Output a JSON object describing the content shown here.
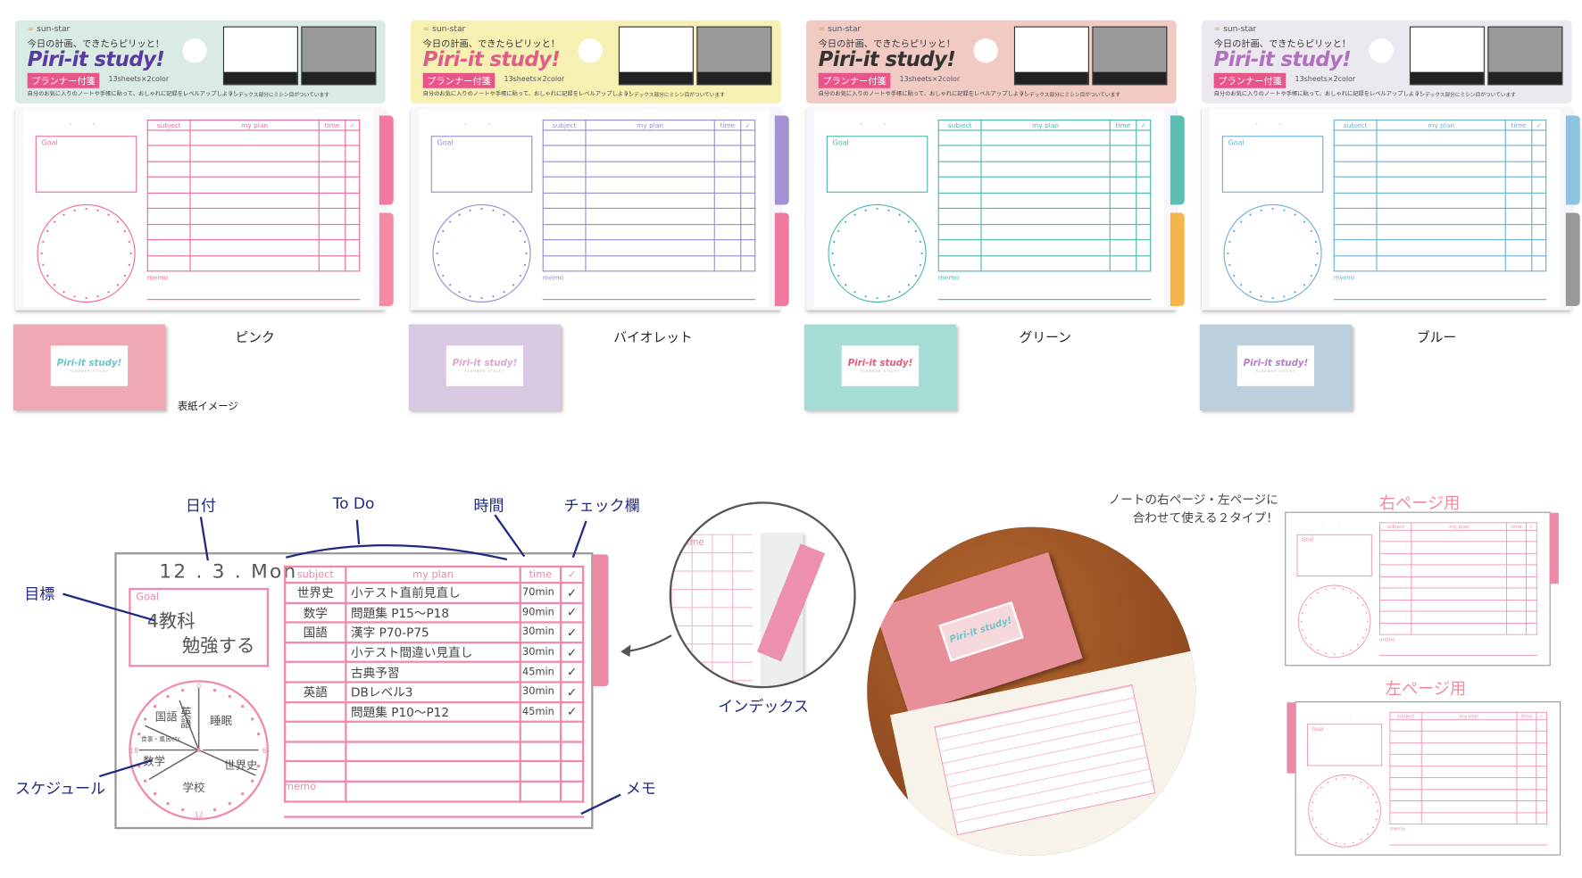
{
  "package": {
    "brand": "sun-star",
    "tagline": "今日の計画、できたらピリッと！",
    "title": "Piri-it study!",
    "badge": "プランナー付箋",
    "count": "13sheets×2color",
    "description": "自分のお気に入りのノートや手帳に貼って、おしゃれに記録をレベルアップしよう！",
    "index_note": "インデックス部分にミシン目がついています"
  },
  "variants": [
    {
      "name": "ピンク",
      "head": "#d9ebe3",
      "title_color": "#5a3aa0",
      "line": "#ef6a98",
      "tab1": "#f27aa0",
      "tab2": "#f58aa6",
      "cover": "#f0a8b4",
      "cover_text": "#6cc6c8"
    },
    {
      "name": "バイオレット",
      "head": "#f6f0b2",
      "title_color": "#e05c8a",
      "line": "#9b8ad0",
      "tab1": "#a493d4",
      "tab2": "#ef7aa0",
      "cover": "#d8c8e2",
      "cover_text": "#d8a8c8"
    },
    {
      "name": "グリーン",
      "head": "#f1cac4",
      "title_color": "#333333",
      "line": "#4bb7ae",
      "tab1": "#5cbdb2",
      "tab2": "#f6b54a",
      "cover": "#a6dcd6",
      "cover_text": "#e05c7a"
    },
    {
      "name": "ブルー",
      "head": "#ebe8ef",
      "title_color": "#b070c0",
      "line": "#6ab0d4",
      "tab1": "#8cc3e0",
      "tab2": "#999999",
      "cover": "#bccfdc",
      "cover_text": "#b080c0"
    }
  ],
  "cover_label": "表紙イメージ",
  "cover_logo": "Piri-it study!",
  "cover_sub": "PLANNER STICKY",
  "planner": {
    "goal": "Goal",
    "subject": "subject",
    "plan": "my plan",
    "time": "time",
    "check": "✓",
    "memo": "memo",
    "clock": [
      "0",
      "6",
      "12",
      "18"
    ]
  },
  "diagram": {
    "labels": {
      "date": "日付",
      "todo": "To Do",
      "time": "時間",
      "check": "チェック欄",
      "goal": "目標",
      "schedule": "スケジュール",
      "memo": "メモ",
      "index": "インデックス"
    },
    "date": "12 . 3 . Mon",
    "goal_text": "4教科\n      勉強する",
    "rows": [
      {
        "subject": "世界史",
        "plan": "小テスト直前見直し",
        "time": "70min",
        "check": "✓"
      },
      {
        "subject": "数学",
        "plan": "問題集 P15〜P18",
        "time": "90min",
        "check": "✓"
      },
      {
        "subject": "国語",
        "plan": "漢字 P70-P75",
        "time": "30min",
        "check": "✓"
      },
      {
        "subject": "",
        "plan": "小テスト間違い見直し",
        "time": "30min",
        "check": "✓"
      },
      {
        "subject": "",
        "plan": "古典予習",
        "time": "45min",
        "check": "✓"
      },
      {
        "subject": "英語",
        "plan": "DBレベル3",
        "time": "30min",
        "check": "✓"
      },
      {
        "subject": "",
        "plan": "問題集 P10〜P12",
        "time": "45min",
        "check": "✓"
      }
    ],
    "schedule": [
      "英語",
      "国語",
      "睡眠",
      "食事・風呂etc",
      "数学",
      "世界史",
      "学校"
    ]
  },
  "types": {
    "note": "ノートの右ページ・左ページに\n合わせて使える２タイプ！",
    "right": "右ページ用",
    "left": "左ページ用"
  }
}
